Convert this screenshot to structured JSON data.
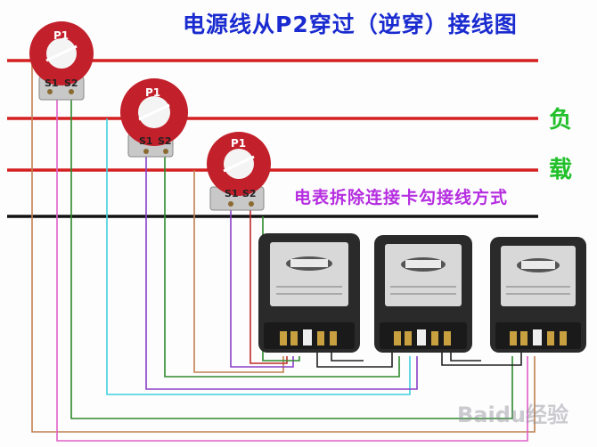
{
  "diagram": {
    "title": "电源线从P2穿过（逆穿）接线图",
    "load_label_1": "负",
    "load_label_2": "载",
    "caption": "电表拆除连接卡勾接线方式",
    "watermark": "Baidu经验"
  },
  "transformers": [
    {
      "primary": "P1",
      "s1": "S1",
      "s2": "S2"
    },
    {
      "primary": "P1",
      "s1": "S1",
      "s2": "S2"
    },
    {
      "primary": "P1",
      "s1": "S1",
      "s2": "S2"
    }
  ],
  "colors": {
    "phase_line": "#d42020",
    "neutral_line": "#111111",
    "ct_body": "#c2202a",
    "title": "#1a2bd0",
    "load": "#22c02a",
    "caption": "#b52de0",
    "wire_pink": "#e060c8",
    "wire_purple": "#8a3ec8",
    "wire_green": "#2e8a2e",
    "wire_cyan": "#40d0e0",
    "wire_brown": "#c08050",
    "wire_red": "#c02a2a",
    "wire_black": "#222222"
  }
}
